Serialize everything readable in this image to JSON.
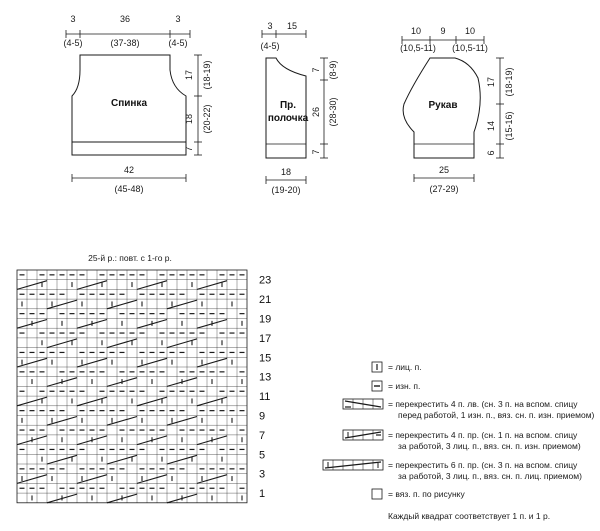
{
  "schema": {
    "back": {
      "label": "Спинка",
      "top_dims": [
        "3",
        "36",
        "3"
      ],
      "top_dims_alt": [
        "(4-5)",
        "(37-38)",
        "(4-5)"
      ],
      "right_dims": [
        "17",
        "18",
        "7"
      ],
      "right_dims_alt": [
        "(18-19)",
        "(20-22)"
      ],
      "bottom_dim": "42",
      "bottom_dim_alt": "(45-48)"
    },
    "front": {
      "label_line1": "Пр.",
      "label_line2": "полочка",
      "top_dims": [
        "3",
        "15"
      ],
      "top_dims_alt": [
        "(4-5)"
      ],
      "right_dims": [
        "7",
        "26",
        "7"
      ],
      "right_dims_alt": [
        "(8-9)",
        "(28-30)"
      ],
      "bottom_dim": "18",
      "bottom_dim_alt": "(19-20)"
    },
    "sleeve": {
      "label": "Рукав",
      "top_dims": [
        "10",
        "9",
        "10"
      ],
      "top_dims_alt": [
        "(10,5-11)",
        "(10,5-11)"
      ],
      "right_dims": [
        "17",
        "14",
        "6"
      ],
      "right_dims_alt": [
        "(18-19)",
        "(15-16)"
      ],
      "bottom_dim": "25",
      "bottom_dim_alt": "(27-29)"
    }
  },
  "chart": {
    "header": "25-й р.: повт. с 1-го р.",
    "row_numbers": [
      "23",
      "21",
      "19",
      "17",
      "15",
      "13",
      "11",
      "9",
      "7",
      "5",
      "3",
      "1"
    ]
  },
  "legend": {
    "knit": "= лиц. п.",
    "purl": "= изн. п.",
    "cross4_line1": "= перекрестить 4 п. лв. (сн. 3 п. на вспом. спицу",
    "cross4_line2": "перед работой, 1 изн. п., вяз. сн. п. изн. приемом)",
    "cross4r_line1": "= перекрестить 4 п. пр. (сн. 1 п. на вспом. спицу",
    "cross4r_line2": "за работой, 3 лиц. п., вяз. сн. п. изн. приемом)",
    "cross6_line1": "= перекрестить 6 п. пр. (сн. 3 п. на вспом. спицу",
    "cross6_line2": "за работой, 3 лиц. п., вяз. сн. п. лиц. приемом)",
    "pattern": "= вяз. п. по рисунку",
    "note": "Каждый квадрат соответствует 1 п. и 1 р."
  }
}
